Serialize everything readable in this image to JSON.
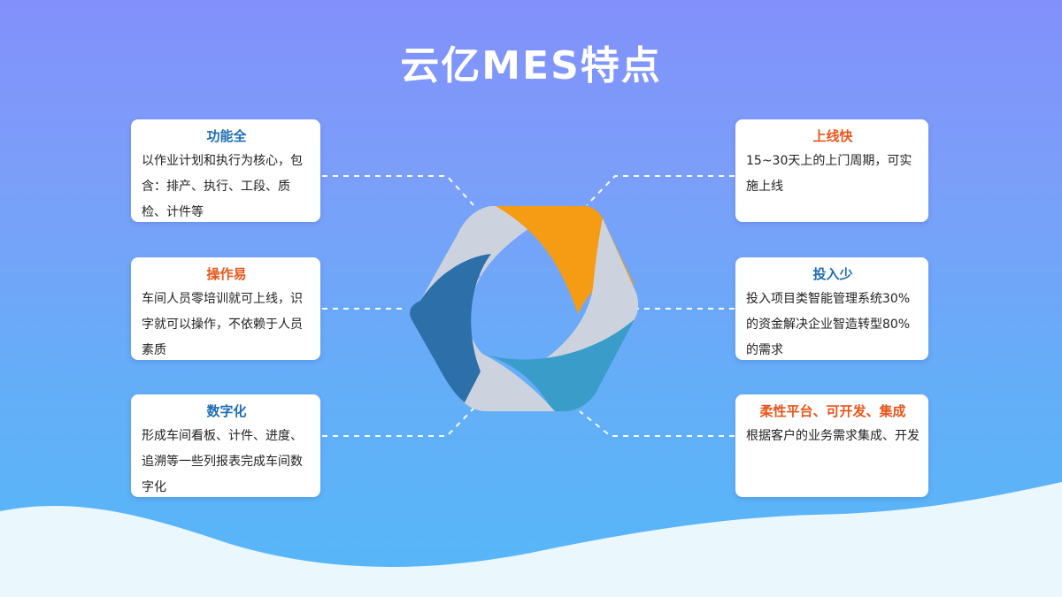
{
  "title": "云亿MES特点",
  "colors": {
    "heading_blue": "#1f6db3",
    "heading_orange": "#e8561c",
    "logo_orange": "#f59b14",
    "logo_dark_blue": "#2d6fa8",
    "logo_light_blue": "#3a9cc9",
    "logo_grey": "#cdd3de"
  },
  "features": [
    {
      "title": "功能全",
      "body": "以作业计划和执行为核心，包含：排产、执行、工段、质检、计件等"
    },
    {
      "title": "操作易",
      "body": "车间人员零培训就可上线，识字就可以操作，不依赖于人员素质"
    },
    {
      "title": "数字化",
      "body": "形成车间看板、计件、进度、追溯等一些列报表完成车间数字化"
    },
    {
      "title": "上线快",
      "body": "15~30天上的上门周期，可实施上线"
    },
    {
      "title": "投入少",
      "body": "投入项目类智能管理系统30%的资金解决企业智造转型80%的需求"
    },
    {
      "title": "柔性平台、可开发、集成",
      "body": "根据客户的业务需求集成、开发"
    }
  ]
}
